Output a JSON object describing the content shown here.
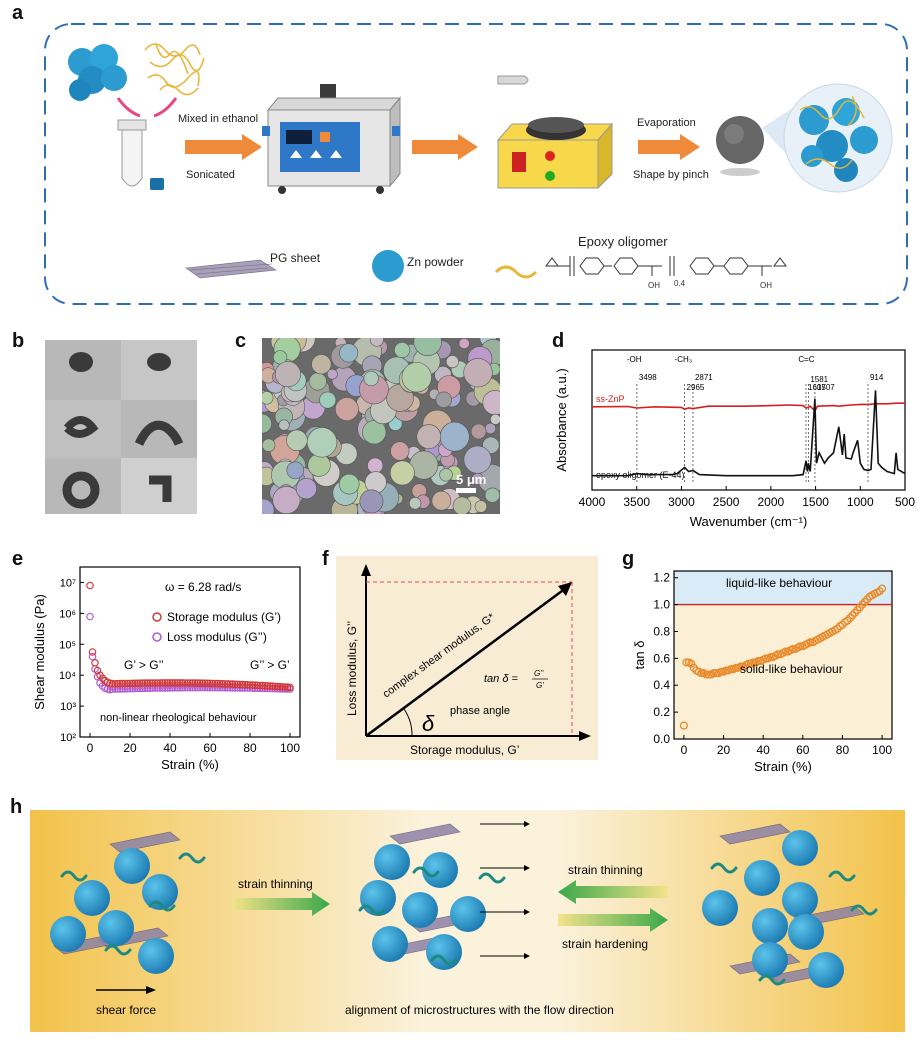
{
  "panels": {
    "a": {
      "label": "a",
      "step1_top": "Mixed in ethanol",
      "step1_bottom": "Sonicated",
      "step3_top": "Evaporation",
      "step3_bottom": "Shape by pinch",
      "legend": {
        "pg": "PG sheet",
        "zn": "Zn powder",
        "epoxy": "Epoxy oligomer",
        "formula_oh": "OH",
        "formula_n": "0.4",
        "formula_oh2": "OH"
      }
    },
    "b": {
      "label": "b"
    },
    "c": {
      "label": "c",
      "scale_bar": "5 μm"
    },
    "d": {
      "label": "d"
    },
    "e": {
      "label": "e",
      "omega": "ω = 6.28 rad/s",
      "note1": "G’ > G’’",
      "note2": "G’’ > G’",
      "note3": "non-linear rheological behaviour"
    },
    "f": {
      "label": "f",
      "xlabel": "Storage modulus, G’",
      "ylabel": "Loss modulus, G’’",
      "diag": "complex shear modulus, G*",
      "tan_lhs": "tan δ =",
      "tan_num": "G’’",
      "tan_den": "G’",
      "delta": "δ",
      "phase": "phase angle"
    },
    "g": {
      "label": "g",
      "liquid": "liquid-like behaviour",
      "solid": "solid-like behaviour"
    },
    "h": {
      "label": "h",
      "arrow1": "strain thinning",
      "arrow2_top": "strain thinning",
      "arrow2_bottom": "strain hardening",
      "shear": "shear force",
      "alignment": "alignment of microstructures with the flow direction"
    }
  },
  "chart_data": [
    {
      "panel": "d",
      "type": "line",
      "xlabel": "Wavenumber (cm⁻¹)",
      "ylabel": "Absorbance (a.u.)",
      "xlim": [
        4000,
        500
      ],
      "x_ticks": [
        "4000",
        "3500",
        "3000",
        "2500",
        "2000",
        "1500",
        "1000",
        "500"
      ],
      "series": [
        {
          "name": "ss-ZnP",
          "color": "#d42020",
          "x": [
            4000,
            3600,
            3498,
            3300,
            3000,
            2965,
            2920,
            2871,
            2700,
            2300,
            2000,
            1800,
            1640,
            1607,
            1581,
            1560,
            1507,
            1480,
            1300,
            1240,
            1180,
            1100,
            1000,
            914,
            830,
            700,
            600,
            500
          ],
          "y": [
            0.62,
            0.625,
            0.6,
            0.62,
            0.61,
            0.58,
            0.6,
            0.59,
            0.63,
            0.63,
            0.64,
            0.65,
            0.64,
            0.6,
            0.61,
            0.63,
            0.55,
            0.63,
            0.64,
            0.63,
            0.64,
            0.65,
            0.66,
            0.66,
            0.67,
            0.67,
            0.68,
            0.68
          ]
        },
        {
          "name": "epoxy oligomer (E-44)",
          "color": "#111111",
          "x": [
            4000,
            3600,
            3498,
            3400,
            3100,
            3050,
            2965,
            2920,
            2871,
            2800,
            2500,
            2000,
            1750,
            1640,
            1607,
            1590,
            1581,
            1560,
            1507,
            1490,
            1460,
            1400,
            1360,
            1300,
            1240,
            1200,
            1180,
            1160,
            1100,
            1080,
            1030,
            1000,
            960,
            914,
            880,
            830,
            800,
            760,
            700,
            620,
            600,
            580,
            500
          ],
          "y": [
            0.08,
            0.08,
            0.1,
            0.09,
            0.09,
            0.1,
            0.16,
            0.12,
            0.13,
            0.09,
            0.08,
            0.08,
            0.08,
            0.09,
            0.22,
            0.12,
            0.2,
            0.12,
            0.82,
            0.2,
            0.3,
            0.2,
            0.25,
            0.3,
            0.55,
            0.28,
            0.48,
            0.25,
            0.24,
            0.3,
            0.42,
            0.2,
            0.14,
            0.13,
            0.14,
            0.9,
            0.2,
            0.16,
            0.12,
            0.1,
            0.3,
            0.14,
            0.1
          ]
        }
      ],
      "peak_labels": [
        {
          "x": 3498,
          "text": "3498",
          "group": "-OH"
        },
        {
          "x": 2965,
          "text": "2965",
          "group": "-CH₃"
        },
        {
          "x": 2871,
          "text": "2871"
        },
        {
          "x": 1607,
          "text": "1607"
        },
        {
          "x": 1581,
          "text": "1581",
          "group": "C=C"
        },
        {
          "x": 1507,
          "text": "1507"
        },
        {
          "x": 914,
          "text": "914"
        }
      ]
    },
    {
      "panel": "e",
      "type": "scatter",
      "xlabel": "Strain  (%)",
      "ylabel": "Shear modulus (Pa)",
      "xlim": [
        -5,
        105
      ],
      "ylim_log10": [
        2,
        7.5
      ],
      "x_ticks": [
        "0",
        "20",
        "40",
        "60",
        "80",
        "100"
      ],
      "y_ticks": [
        "10²",
        "10³",
        "10⁴",
        "10⁵",
        "10⁶",
        "10⁷"
      ],
      "series": [
        {
          "name": "Storage modulus (G’)",
          "color": "#d03a3a",
          "x_start": 0,
          "x_step": 1.25,
          "count": 81,
          "first_points_log10": [
            6.9,
            4.75,
            4.4,
            4.15,
            4.0,
            3.9,
            3.82,
            3.77,
            3.74
          ],
          "plateau_log10": 3.72,
          "end_log10": 3.6
        },
        {
          "name": "Loss modulus (G’’)",
          "color": "#b45ad0",
          "x_start": 0,
          "x_step": 1.25,
          "count": 81,
          "first_points_log10": [
            5.9,
            4.6,
            4.2,
            3.95,
            3.75,
            3.65,
            3.58,
            3.55,
            3.53
          ],
          "plateau_log10": 3.55,
          "end_log10": 3.55
        }
      ]
    },
    {
      "panel": "g",
      "type": "scatter",
      "xlabel": "Strain (%)",
      "ylabel": "tan δ",
      "xlim": [
        -5,
        105
      ],
      "ylim": [
        0.0,
        1.25
      ],
      "x_ticks": [
        "0",
        "20",
        "40",
        "60",
        "80",
        "100"
      ],
      "y_ticks": [
        "0.0",
        "0.2",
        "0.4",
        "0.6",
        "0.8",
        "1.0",
        "1.2"
      ],
      "reference_line": 1.0,
      "series": [
        {
          "name": "tan δ",
          "color": "#e88a2a",
          "x": [
            0,
            1.25,
            2.5,
            3.75,
            5,
            6.25,
            7.5,
            8.75,
            10,
            11.25,
            12.5,
            13.75,
            15,
            16.25,
            17.5,
            18.75,
            20,
            21.25,
            22.5,
            23.75,
            25,
            26.25,
            27.5,
            28.75,
            30,
            31.25,
            32.5,
            33.75,
            35,
            36.25,
            37.5,
            38.75,
            40,
            41.25,
            42.5,
            43.75,
            45,
            46.25,
            47.5,
            48.75,
            50,
            51.25,
            52.5,
            53.75,
            55,
            56.25,
            57.5,
            58.75,
            60,
            61.25,
            62.5,
            63.75,
            65,
            66.25,
            67.5,
            68.75,
            70,
            71.25,
            72.5,
            73.75,
            75,
            76.25,
            77.5,
            78.75,
            80,
            81.25,
            82.5,
            83.75,
            85,
            86.25,
            87.5,
            88.75,
            90,
            91.25,
            92.5,
            93.75,
            95,
            96.25,
            97.5,
            98.75,
            100
          ],
          "y": [
            0.1,
            0.57,
            0.57,
            0.56,
            0.53,
            0.51,
            0.5,
            0.49,
            0.49,
            0.48,
            0.48,
            0.48,
            0.49,
            0.49,
            0.49,
            0.5,
            0.5,
            0.51,
            0.51,
            0.52,
            0.52,
            0.53,
            0.53,
            0.54,
            0.54,
            0.55,
            0.56,
            0.56,
            0.57,
            0.57,
            0.58,
            0.58,
            0.59,
            0.6,
            0.6,
            0.61,
            0.61,
            0.62,
            0.63,
            0.63,
            0.64,
            0.65,
            0.65,
            0.66,
            0.67,
            0.67,
            0.68,
            0.69,
            0.69,
            0.7,
            0.71,
            0.72,
            0.72,
            0.73,
            0.74,
            0.75,
            0.76,
            0.77,
            0.78,
            0.79,
            0.8,
            0.81,
            0.82,
            0.84,
            0.85,
            0.87,
            0.88,
            0.9,
            0.92,
            0.94,
            0.96,
            0.98,
            1.0,
            1.02,
            1.04,
            1.06,
            1.07,
            1.08,
            1.09,
            1.1,
            1.12
          ]
        }
      ]
    }
  ]
}
